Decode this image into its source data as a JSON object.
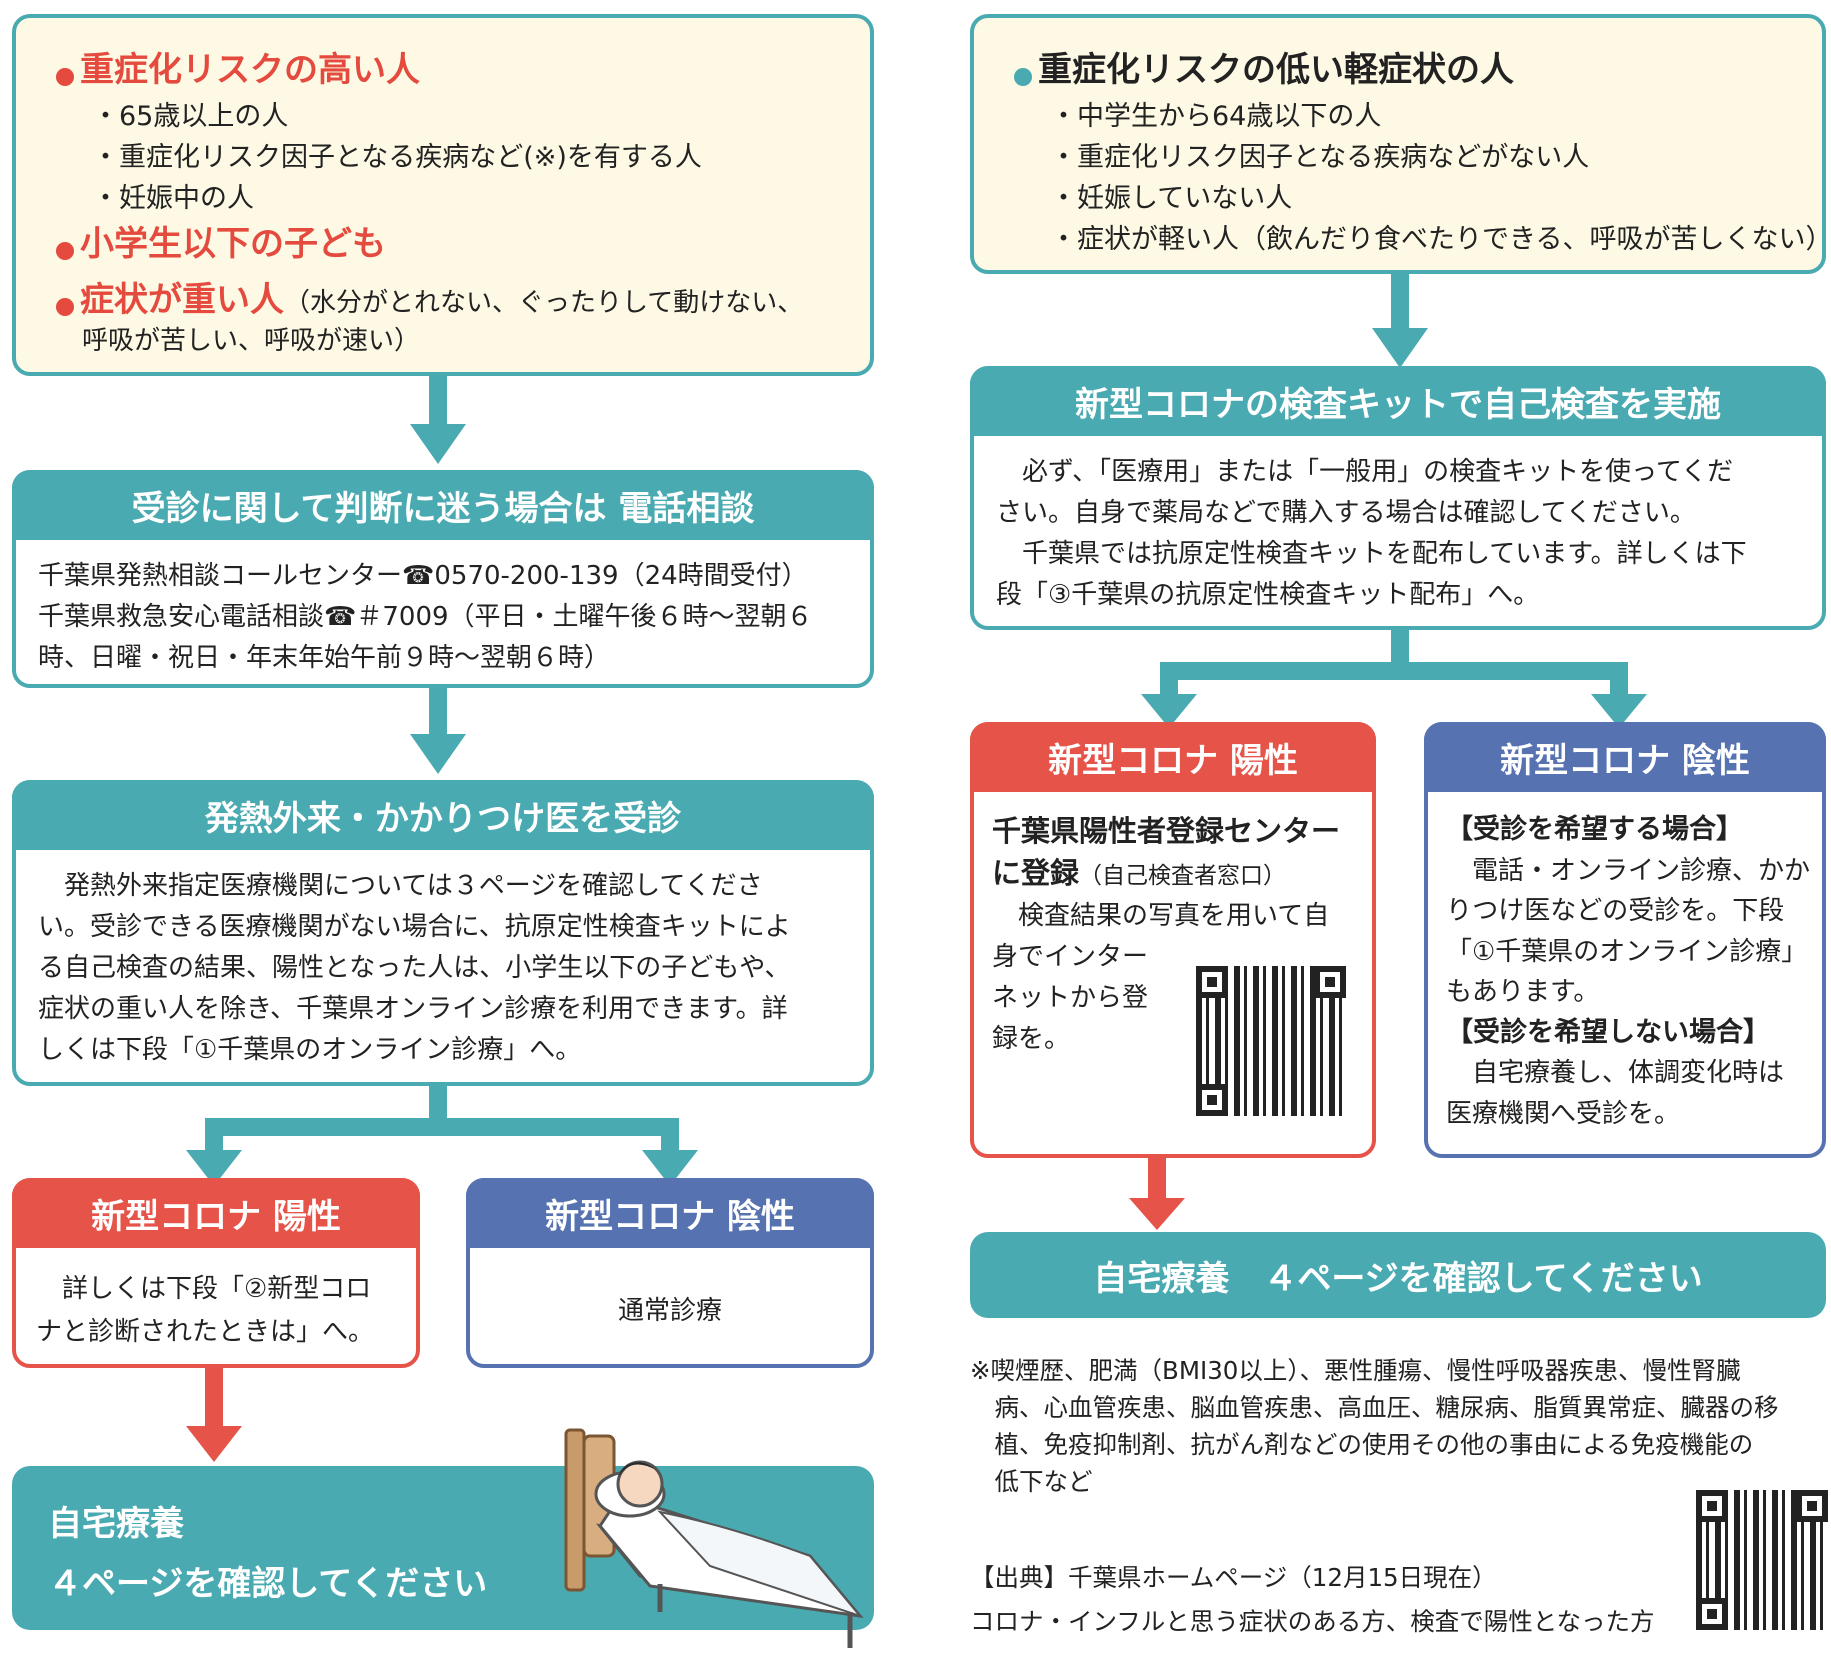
{
  "left": {
    "risk_box": {
      "high_risk_title": "重症化リスクの高い人",
      "high_risk_items": [
        "・65歳以上の人",
        "・重症化リスク因子となる疾病など(※)を有する人",
        "・妊娠中の人"
      ],
      "children_title": "小学生以下の子ども",
      "severe_title": "症状が重い人",
      "severe_note_1": "（水分がとれない、ぐったりして動けない、",
      "severe_note_2": "呼吸が苦しい、呼吸が速い）"
    },
    "phone_box": {
      "header": "受診に関して判断に迷う場合は 電話相談",
      "line1": "千葉県発熱相談コールセンター☎0570-200-139（24時間受付）",
      "line2": "千葉県救急安心電話相談☎＃7009（平日・土曜午後６時～翌朝６",
      "line3": "時、日曜・祝日・年末年始午前９時～翌朝６時）"
    },
    "clinic_box": {
      "header": "発熱外来・かかりつけ医を受診",
      "lines": [
        "　発熱外来指定医療機関については３ページを確認してくださ",
        "い。受診できる医療機関がない場合に、抗原定性検査キットによ",
        "る自己検査の結果、陽性となった人は、小学生以下の子どもや、",
        "症状の重い人を除き、千葉県オンライン診療を利用できます。詳",
        "しくは下段「①千葉県のオンライン診療」へ。"
      ]
    },
    "positive_box": {
      "header": "新型コロナ 陽性",
      "lines": [
        "　詳しくは下段「②新型コロ",
        "ナと診断されたときは」へ。"
      ]
    },
    "negative_box": {
      "header": "新型コロナ 陰性",
      "text": "通常診療"
    },
    "home_banner": {
      "line1": "自宅療養",
      "line2": "４ページを確認してください"
    }
  },
  "right": {
    "low_risk_box": {
      "title": "重症化リスクの低い軽症状の人",
      "items": [
        "・中学生から64歳以下の人",
        "・重症化リスク因子となる疾病などがない人",
        "・妊娠していない人",
        "・症状が軽い人（飲んだり食べたりできる、呼吸が苦しくない）"
      ]
    },
    "test_box": {
      "header": "新型コロナの検査キットで自己検査を実施",
      "lines": [
        "　必ず、「医療用」または「一般用」の検査キットを使ってくだ",
        "さい。自身で薬局などで購入する場合は確認してください。",
        "　千葉県では抗原定性検査キットを配布しています。詳しくは下",
        "段「③千葉県の抗原定性検査キット配布」へ。"
      ]
    },
    "positive_box": {
      "header": "新型コロナ 陽性",
      "title_1": "千葉県陽性者登録センター",
      "title_2": "に登録",
      "title_note": "（自己検査者窓口）",
      "lines": [
        "　検査結果の写真を用いて自",
        "身でインター",
        "ネットから登",
        "録を。"
      ]
    },
    "negative_box": {
      "header": "新型コロナ 陰性",
      "want_title": "【受診を希望する場合】",
      "want_lines": [
        "　電話・オンライン診療、かか",
        "りつけ医などの受診を。下段",
        "「①千葉県のオンライン診療」",
        "もあります。"
      ],
      "nowant_title": "【受診を希望しない場合】",
      "nowant_lines": [
        "　自宅療養し、体調変化時は",
        "医療機関へ受診を。"
      ]
    },
    "home_banner": "自宅療養　４ページを確認してください",
    "footnote": [
      "※喫煙歴、肥満（BMI30以上）、悪性腫瘍、慢性呼吸器疾患、慢性腎臓",
      "　病、心血管疾患、脳血管疾患、高血圧、糖尿病、脂質異常症、臓器の移",
      "　植、免疫抑制剤、抗がん剤などの使用その他の事由による免疫機能の",
      "　低下など"
    ],
    "source_1": "【出典】千葉県ホームページ（12月15日現在）",
    "source_2": "コロナ・インフルと思う症状のある方、検査で陽性となった方"
  },
  "colors": {
    "teal": "#4aaab1",
    "red": "#e65349",
    "blue": "#5672b0",
    "cream": "#fdf9e4"
  }
}
